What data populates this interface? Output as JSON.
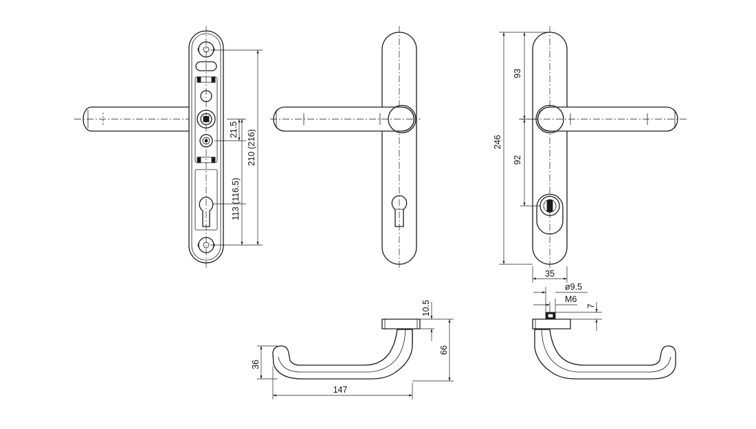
{
  "dimensions": {
    "d_21_5": "21.5",
    "d_210_216": "210 (216)",
    "d_113_116_5": "113 (116.5)",
    "d_93": "93",
    "d_246": "246",
    "d_92": "92",
    "d_35": "35",
    "d_dia_9_5": "ø9.5",
    "d_m6": "M6",
    "d_7": "7",
    "d_10_5": "10.5",
    "d_66": "66",
    "d_36": "36",
    "d_147": "147"
  }
}
